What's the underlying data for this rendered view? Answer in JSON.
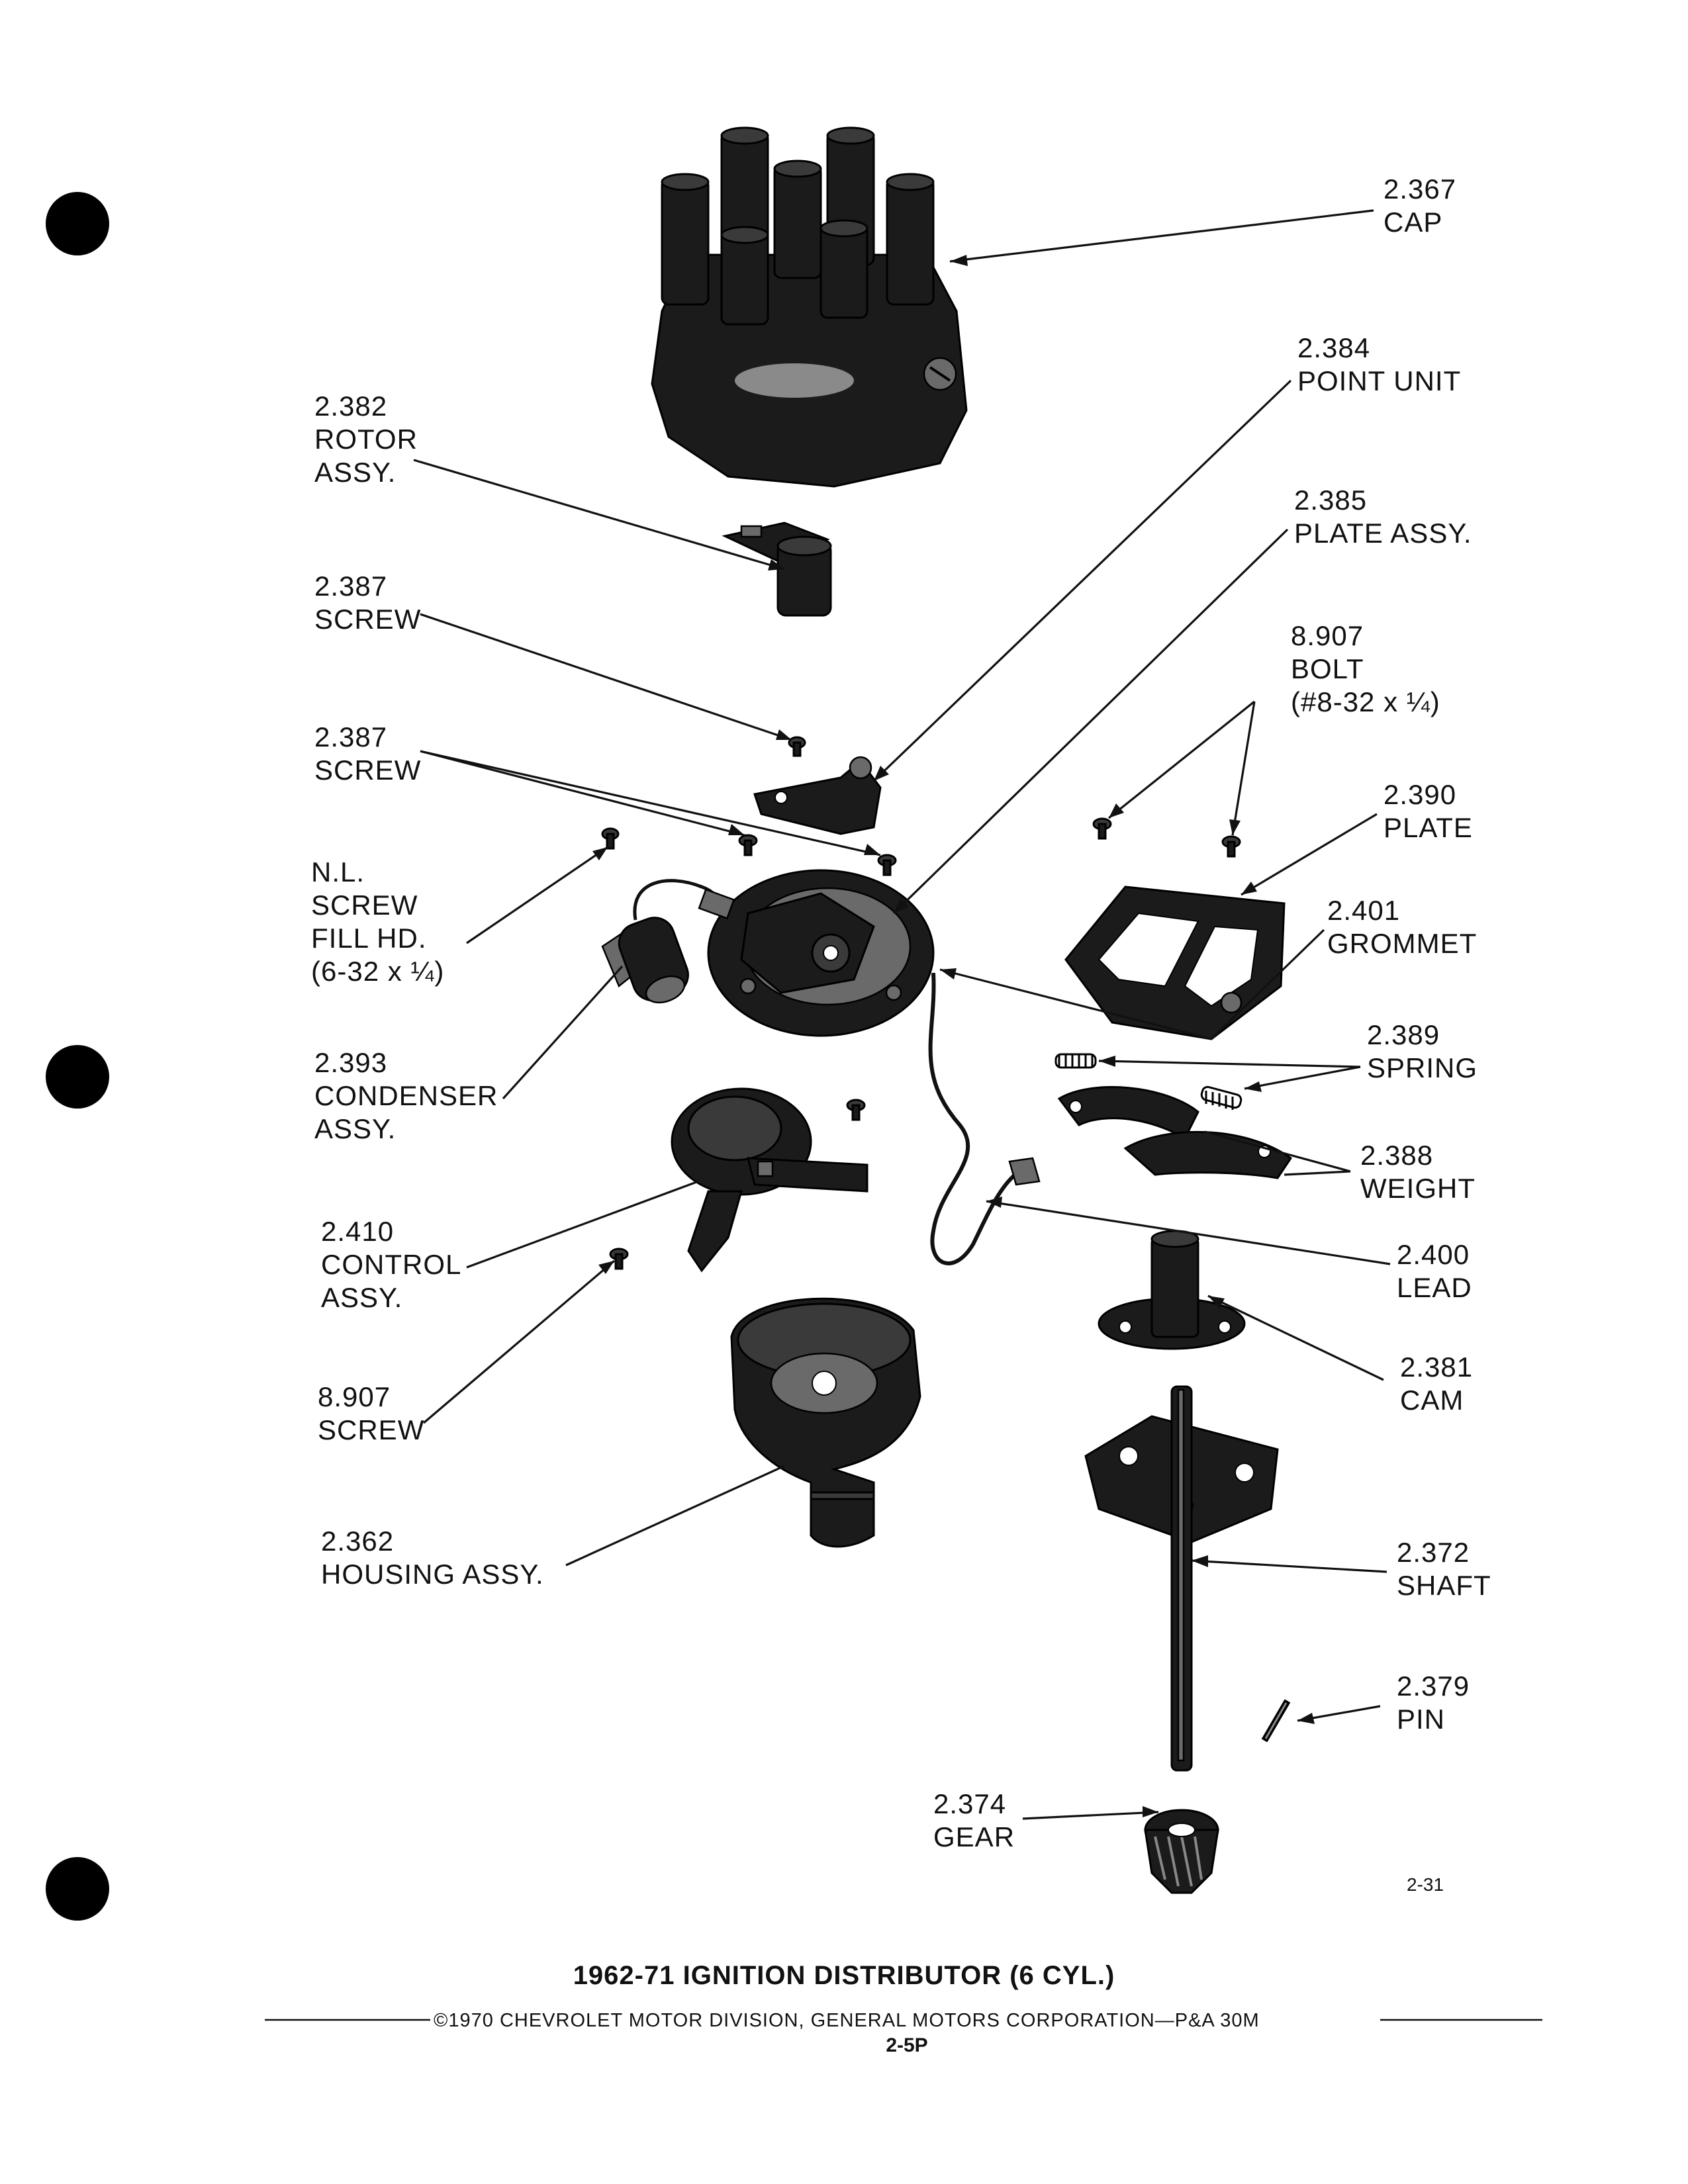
{
  "callouts": {
    "cap": {
      "number": "2.367",
      "name": "CAP"
    },
    "rotor": {
      "number": "2.382",
      "name1": "ROTOR",
      "name2": "ASSY."
    },
    "point": {
      "number": "2.384",
      "name": "POINT UNIT"
    },
    "plate_assy": {
      "number": "2.385",
      "name": "PLATE ASSY."
    },
    "screw_a": {
      "number": "2.387",
      "name": "SCREW"
    },
    "bolt": {
      "number": "8.907",
      "name": "BOLT",
      "spec": "(#8-32 x ¼)"
    },
    "screw_b": {
      "number": "2.387",
      "name": "SCREW"
    },
    "plate": {
      "number": "2.390",
      "name": "PLATE"
    },
    "nl_screw": {
      "line1": "N.L.",
      "line2": "SCREW",
      "line3": "FILL HD.",
      "line4": "(6-32 x ¼)"
    },
    "grommet": {
      "number": "2.401",
      "name": "GROMMET"
    },
    "condenser": {
      "number": "2.393",
      "name1": "CONDENSER",
      "name2": "ASSY."
    },
    "spring": {
      "number": "2.389",
      "name": "SPRING"
    },
    "weight": {
      "number": "2.388",
      "name": "WEIGHT"
    },
    "control": {
      "number": "2.410",
      "name1": "CONTROL",
      "name2": "ASSY."
    },
    "lead": {
      "number": "2.400",
      "name": "LEAD"
    },
    "cam": {
      "number": "2.381",
      "name": "CAM"
    },
    "screw_c": {
      "number": "8.907",
      "name": "SCREW"
    },
    "housing": {
      "number": "2.362",
      "name": "HOUSING ASSY."
    },
    "shaft": {
      "number": "2.372",
      "name": "SHAFT"
    },
    "pin": {
      "number": "2.379",
      "name": "PIN"
    },
    "gear": {
      "number": "2.374",
      "name": "GEAR"
    }
  },
  "figure_number": "2-31",
  "title": "1962-71 IGNITION DISTRIBUTOR (6 CYL.)",
  "footer": "©1970 CHEVROLET MOTOR DIVISION, GENERAL MOTORS CORPORATION—P&A 30M",
  "page_number": "2-5P"
}
